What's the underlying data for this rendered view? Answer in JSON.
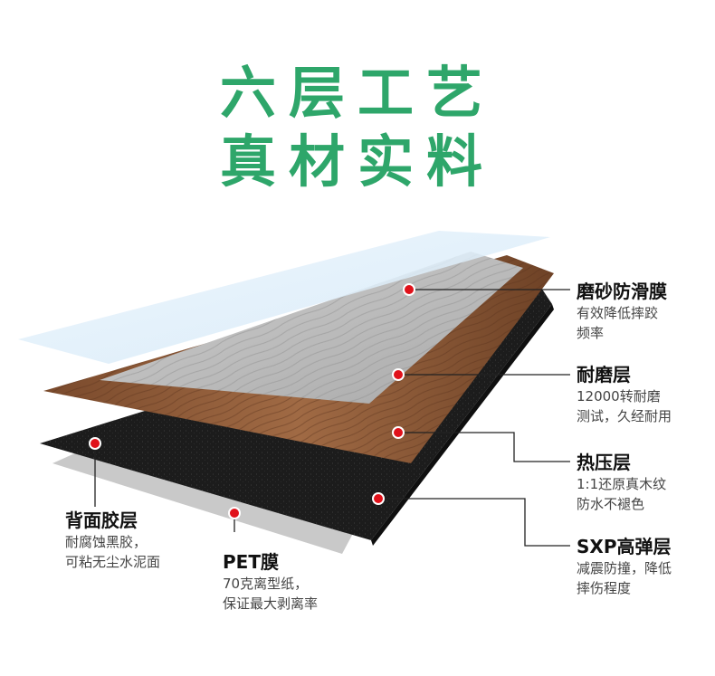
{
  "title": {
    "line1": "六层工艺",
    "line2": "真材实料"
  },
  "colors": {
    "title_green": "#2ea66a",
    "marker_red": "#e0111a",
    "film_blue": "#cfe6f7",
    "wood_grey": "#b9b9b9",
    "wood_brown": "#8a5a38",
    "core_black": "#1d1d1d",
    "pet_grey": "#c8c8c8"
  },
  "layers": [
    {
      "name": "磨砂防滑膜",
      "desc1": "有效降低摔跤",
      "desc2": "频率"
    },
    {
      "name": "耐磨层",
      "desc1": "12000转耐磨",
      "desc2": "测试，久经耐用"
    },
    {
      "name": "热压层",
      "desc1": "1:1还原真木纹",
      "desc2": "防水不褪色"
    },
    {
      "name": "SXP高弹层",
      "desc1": "减震防撞，降低",
      "desc2": "摔伤程度"
    },
    {
      "name": "背面胶层",
      "desc1": "耐腐蚀黑胶，",
      "desc2": "可粘无尘水泥面"
    },
    {
      "name": "PET膜",
      "desc1": "70克离型纸，",
      "desc2": "保证最大剥离率"
    }
  ]
}
